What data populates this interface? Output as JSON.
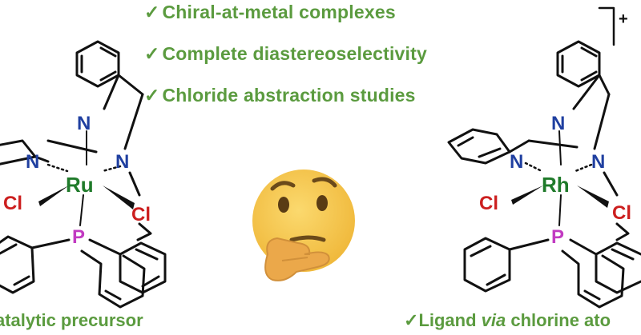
{
  "claims": [
    {
      "check": "✓",
      "text": "Chiral-at-metal complexes"
    },
    {
      "check": "✓",
      "text": "Complete diastereoselectivity"
    },
    {
      "check": "✓",
      "text": "Chloride abstraction studies"
    }
  ],
  "left_complex": {
    "metal": "Ru",
    "atoms": {
      "n_top": "N",
      "n_left": "N",
      "n_right": "N",
      "cl_left": "Cl",
      "cl_right": "Cl",
      "p": "P"
    },
    "caption": "atalytic precursor"
  },
  "right_complex": {
    "metal": "Rh",
    "charge": "+",
    "atoms": {
      "n_top": "N",
      "n_left": "N",
      "n_right": "N",
      "cl_left": "Cl",
      "cl_right": "Cl",
      "p": "P"
    },
    "caption": {
      "check": "✓",
      "before": "Ligand ",
      "italic": "via",
      "after": " chlorine ato"
    }
  },
  "emoji": {
    "icon": "thinking-face-icon"
  },
  "colors": {
    "claim_text": "#5b9b3f",
    "metal": "#1f7a2a",
    "nitrogen": "#1f3fa0",
    "chlorine": "#cc1f1f",
    "phosphorus": "#c23bc2",
    "emoji_face": "#f4c44d",
    "emoji_hand": "#e8a948"
  }
}
